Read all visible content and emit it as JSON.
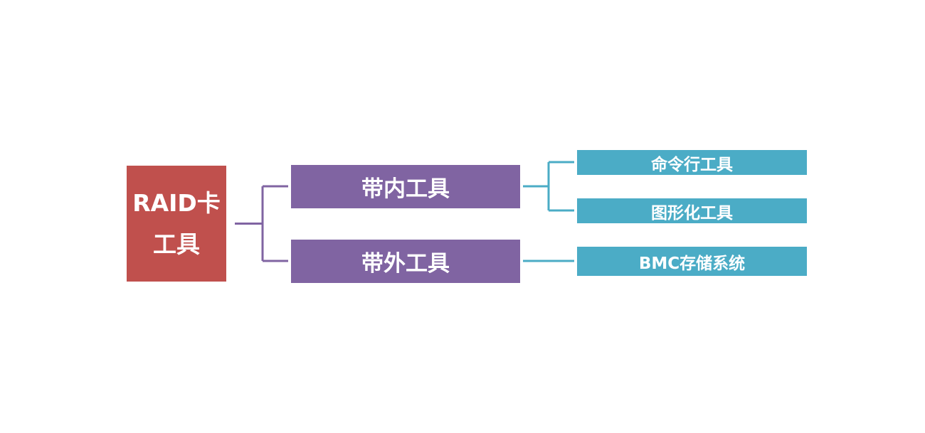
{
  "diagram": {
    "colors": {
      "root": "#C0504D",
      "level1": "#8064A2",
      "level2": "#4BACC6",
      "level1_connector": "#8064A2",
      "level2_connector": "#4BACC6",
      "text": "#FFFFFF"
    },
    "root": {
      "label": "RAID卡工具"
    },
    "branches": [
      {
        "label": "带内工具",
        "children": [
          {
            "label": "命令行工具"
          },
          {
            "label": "图形化工具"
          }
        ]
      },
      {
        "label": "带外工具",
        "children": [
          {
            "label": "BMC存储系统"
          }
        ]
      }
    ]
  }
}
